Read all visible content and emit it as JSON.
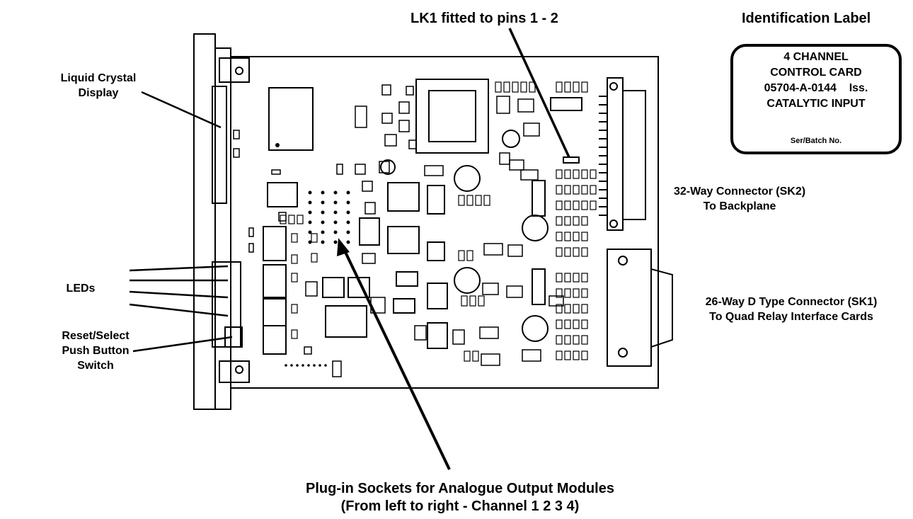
{
  "labels": {
    "lk1": "LK1 fitted to pins 1 - 2",
    "id_title": "Identification Label",
    "lcd_line1": "Liquid Crystal",
    "lcd_line2": "Display",
    "sk2_line1": "32-Way Connector (SK2)",
    "sk2_line2": "To Backplane",
    "leds": "LEDs",
    "sk1_line1": "26-Way D Type Connector (SK1)",
    "sk1_line2": "To Quad Relay Interface Cards",
    "reset_line1": "Reset/Select",
    "reset_line2": "Push Button",
    "reset_line3": "Switch",
    "sockets_line1": "Plug-in Sockets for Analogue Output Modules",
    "sockets_line2": "(From left to right - Channel 1  2  3  4)"
  },
  "id_label": {
    "line1": "4 CHANNEL",
    "line2": "CONTROL CARD",
    "line3": "05704-A-0144    Iss.",
    "line4": "CATALYTIC INPUT",
    "line5": "Ser/Batch No."
  }
}
